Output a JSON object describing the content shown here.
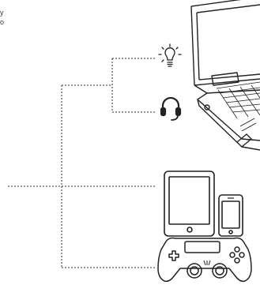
{
  "caption": {
    "line1": "y",
    "line2": "o"
  },
  "diagram": {
    "nodes": [
      {
        "id": "laptop",
        "icon": "laptop-icon"
      },
      {
        "id": "lightbulb",
        "icon": "lightbulb-icon"
      },
      {
        "id": "headset",
        "icon": "headset-icon"
      },
      {
        "id": "tablet",
        "icon": "tablet-icon"
      },
      {
        "id": "smartphone",
        "icon": "smartphone-icon"
      },
      {
        "id": "game-controller",
        "icon": "game-controller-icon"
      }
    ],
    "line_style": "dotted",
    "line_color": "#333333",
    "icon_color": "#222222"
  }
}
